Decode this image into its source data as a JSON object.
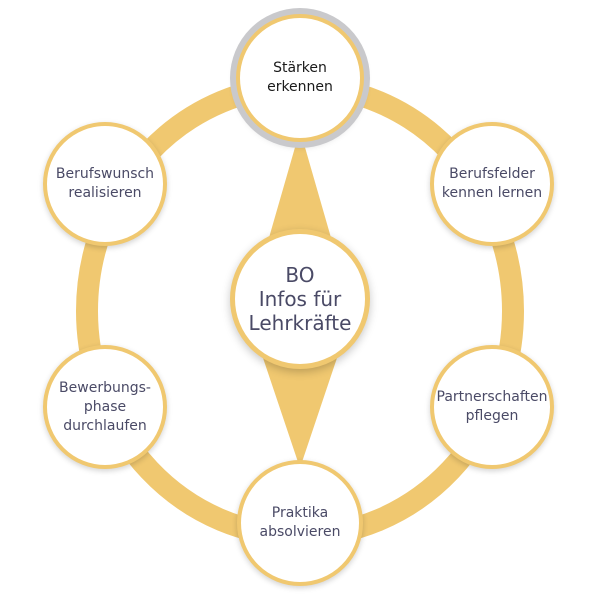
{
  "colors": {
    "ring": "#f0c870",
    "node_border": "#f0c870",
    "text": "#4a4a66",
    "active_text": "#1a1a1a",
    "active_halo": "#c9c9cc"
  },
  "center": {
    "label": "BO\nInfos für\nLehrkräfte"
  },
  "nodes": [
    {
      "id": "staerken",
      "label": "Stärken\nerkennen",
      "active": true
    },
    {
      "id": "berufsfelder",
      "label": "Berufsfelder\nkennen lernen",
      "active": false
    },
    {
      "id": "partnerschaften",
      "label": "Partnerschaften\npflegen",
      "active": false
    },
    {
      "id": "praktika",
      "label": "Praktika\nabsolvieren",
      "active": false
    },
    {
      "id": "bewerbung",
      "label": "Bewerbungs-\nphase\ndurchlaufen",
      "active": false
    },
    {
      "id": "berufswunsch",
      "label": "Berufswunsch\nrealisieren",
      "active": false
    }
  ]
}
